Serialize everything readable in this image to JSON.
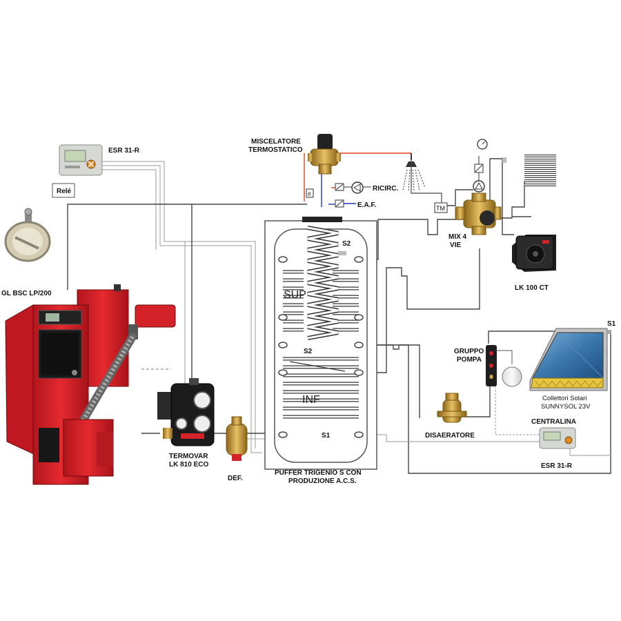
{
  "labels": {
    "esr_top": "ESR 31-R",
    "rele": "Relé",
    "boiler": "GL BSC LP/200",
    "miscelatore_1": "MISCELATORE",
    "miscelatore_2": "TERMOSTATICO",
    "ricirc": "RICIRC.",
    "eaf": "E.A.F.",
    "tm": "TM",
    "s2_top": "S2",
    "s2_mid": "S2",
    "s1_tank": "S1",
    "s1_solar": "S1",
    "sup": "SUP",
    "inf": "INF",
    "mix_1": "MIX 4",
    "mix_2": "VIE",
    "lk100": "LK 100 CT",
    "gruppo_1": "GRUPPO",
    "gruppo_2": "POMPA",
    "collettori_1": "Collettori Solari",
    "collettori_2": "SUNNYSOL 23V",
    "centralina": "CENTRALINA",
    "esr_bottom": "ESR 31-R",
    "disaeratore": "DISAERATORE",
    "termovar_1": "TERMOVAR",
    "termovar_2": "LK 810 ECO",
    "def": "DEF.",
    "puffer_1": "PUFFER TRIGENIO S CON",
    "puffer_2": "PRODUZIONE A.C.S."
  },
  "colors": {
    "boiler_red": "#d8202a",
    "boiler_dark": "#9e1218",
    "pipe_hot": "#e0401f",
    "pipe_cold": "#2233bb",
    "brass": "#c89a3a",
    "solar_blue": "#3f7fb5",
    "solar_yellow": "#e6c640"
  },
  "icons": [
    "controller-icon",
    "damper-icon",
    "shower-icon",
    "pump-icon",
    "gauge-icon",
    "radiator-icon",
    "actuator-icon",
    "expansion-vessel-icon"
  ]
}
